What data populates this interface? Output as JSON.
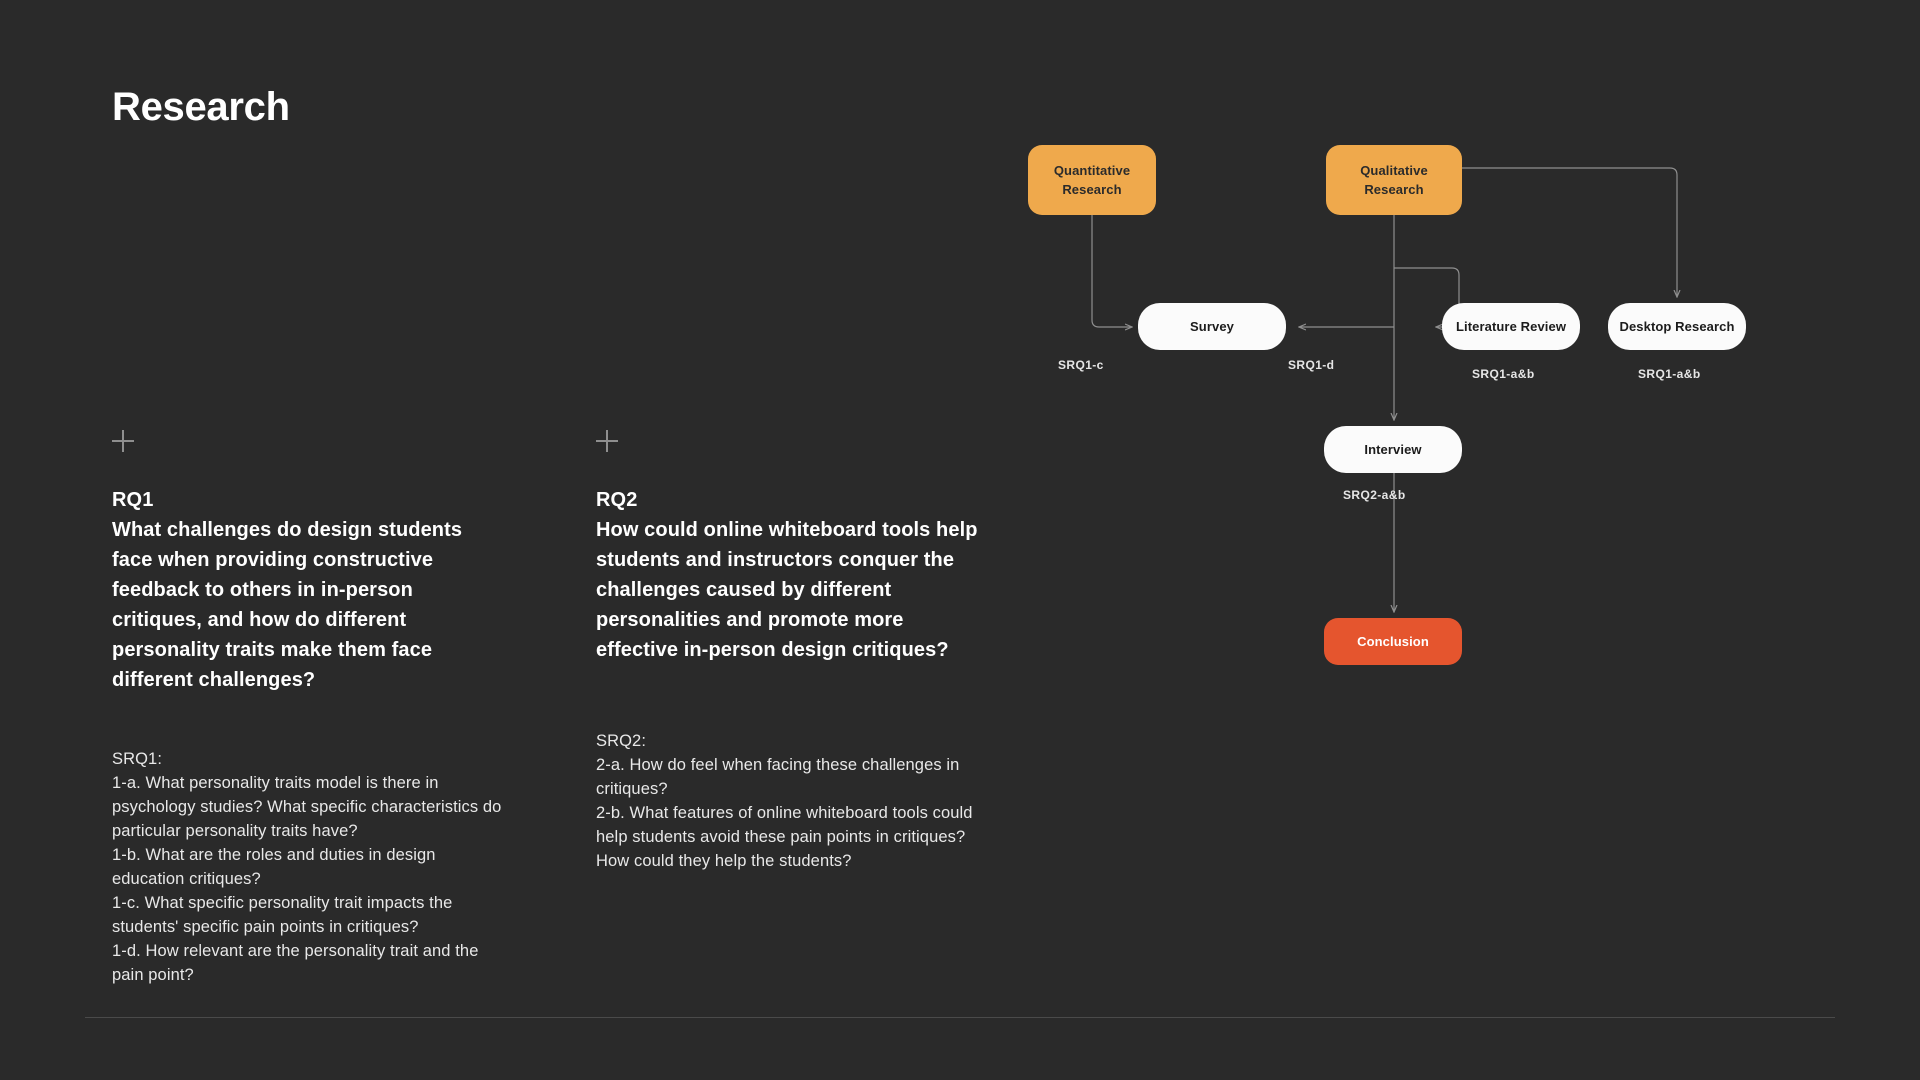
{
  "page": {
    "title": "Research",
    "background_color": "#2a2a2a"
  },
  "columns": [
    {
      "add_icon": "plus-icon",
      "label": "RQ1",
      "question": "What challenges do design students\nface when providing constructive\nfeedback to others in in-person\ncritiques, and how do different\npersonality traits make them face\ndifferent challenges?",
      "sub_questions": "SRQ1:\n1-a. What personality traits model is there in psychology studies? What specific characteristics do particular personality traits have?\n1-b. What are the roles and duties in design education critiques?\n1-c. What specific personality trait impacts the students' specific pain points in critiques?\n1-d. How relevant are the personality trait and the pain point?"
    },
    {
      "add_icon": "plus-icon",
      "label": "RQ2",
      "question": "How could online whiteboard tools help\nstudents and instructors conquer the\nchallenges caused by different\npersonalities and promote more\neffective in-person design critiques?",
      "sub_questions": "SRQ2:\n2-a. How do  feel when facing these challenges in critiques?\n2-b. What features of online whiteboard tools could help students avoid these pain points in critiques? How could they help the students?"
    }
  ],
  "diagram": {
    "nodes": [
      {
        "id": "quantitative",
        "label": "Quantitative\nResearch",
        "type": "orange",
        "color": "#efa94c"
      },
      {
        "id": "qualitative",
        "label": "Qualitative\nResearch",
        "type": "orange",
        "color": "#efa94c"
      },
      {
        "id": "survey",
        "label": "Survey",
        "type": "white",
        "color": "#fbfbfb"
      },
      {
        "id": "literature",
        "label": "Literature Review",
        "type": "white",
        "color": "#fbfbfb"
      },
      {
        "id": "desktop",
        "label": "Desktop Research",
        "type": "white",
        "color": "#fbfbfb"
      },
      {
        "id": "interview",
        "label": "Interview",
        "type": "white",
        "color": "#fbfbfb"
      },
      {
        "id": "conclusion",
        "label": "Conclusion",
        "type": "red",
        "color": "#e5552e"
      }
    ],
    "edge_labels": [
      {
        "id": "srq1-c",
        "text": "SRQ1-c",
        "for": "survey"
      },
      {
        "id": "srq1-d",
        "text": "SRQ1-d",
        "for": "survey"
      },
      {
        "id": "srq1-ab-lit",
        "text": "SRQ1-a&b",
        "for": "literature"
      },
      {
        "id": "srq1-ab-desk",
        "text": "SRQ1-a&b",
        "for": "desktop"
      },
      {
        "id": "srq2-ab",
        "text": "SRQ2-a&b",
        "for": "interview"
      }
    ],
    "connections": [
      {
        "from": "quantitative",
        "to": "survey"
      },
      {
        "from": "qualitative",
        "to": "survey"
      },
      {
        "from": "qualitative",
        "to": "literature"
      },
      {
        "from": "qualitative",
        "to": "desktop"
      },
      {
        "from": "qualitative",
        "to": "interview"
      },
      {
        "from": "interview",
        "to": "conclusion"
      }
    ],
    "line_color": "#8f8f8f"
  }
}
